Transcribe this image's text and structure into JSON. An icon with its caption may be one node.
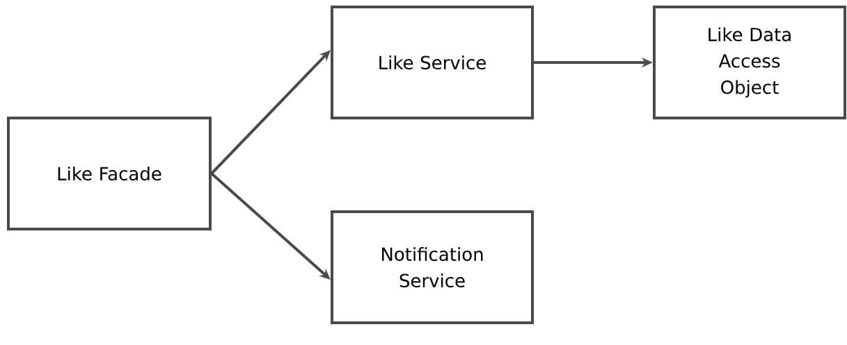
{
  "diagram": {
    "nodes": [
      {
        "text": [
          "Like Facade"
        ]
      },
      {
        "text": [
          "Like Service"
        ]
      },
      {
        "text": [
          "Like Data Access Object"
        ]
      },
      {
        "text": [
          "Notification Service"
        ]
      }
    ],
    "edges": [
      {
        "from": 0,
        "to": 1,
        "arrow": "to"
      },
      {
        "from": 1,
        "to": 2,
        "arrow": "to"
      },
      {
        "from": 0,
        "to": 3,
        "arrow": "to"
      }
    ]
  }
}
